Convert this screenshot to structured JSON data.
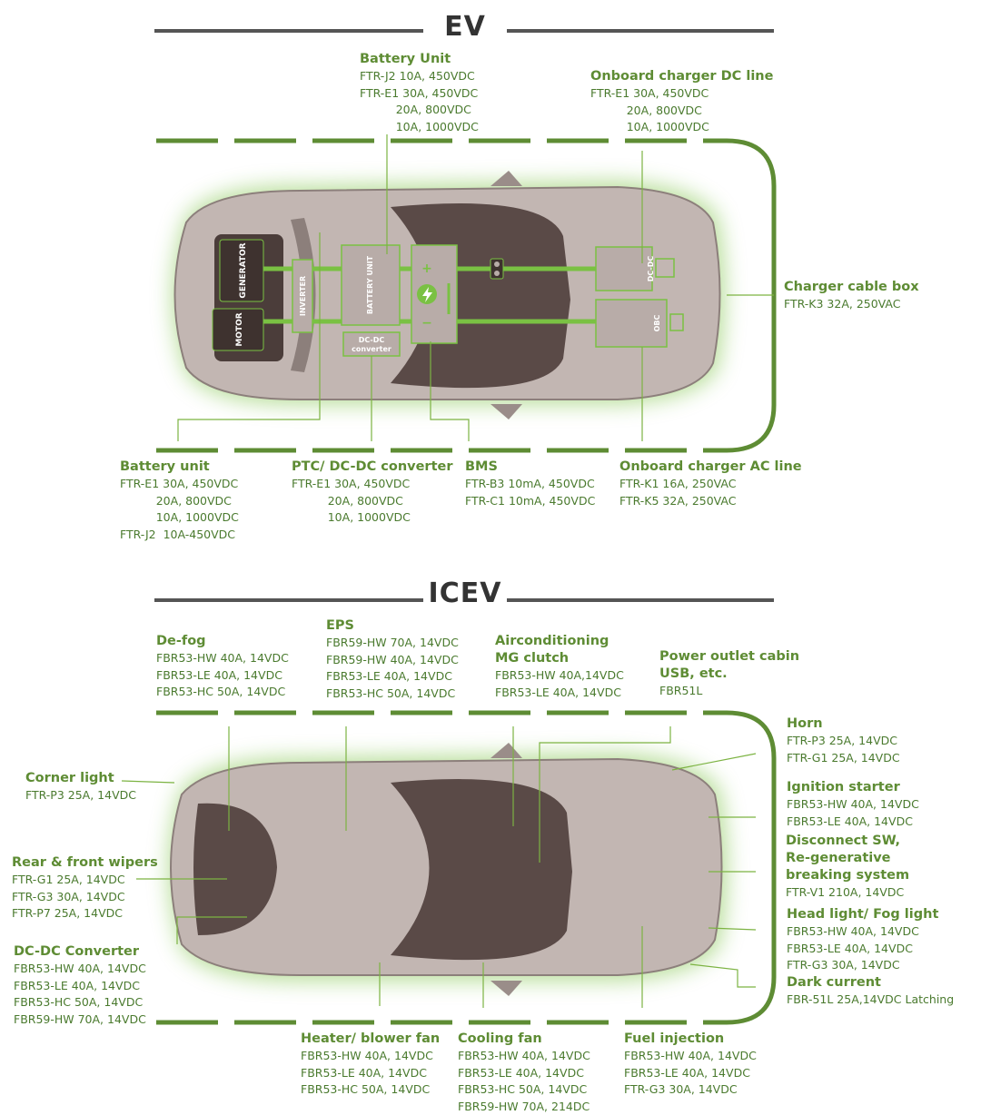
{
  "colors": {
    "accent": "#5e8c34",
    "body_gray": "#c2b6b2",
    "dark": "#5a4a47",
    "glow": "#7ac143",
    "line": "#7cb342"
  },
  "ev": {
    "title": "EV",
    "components": {
      "generator": "GENERATOR",
      "motor": "MOTOR",
      "inverter": "INVERTER",
      "battery_unit": "BATTERY UNIT",
      "dcdc_box": "DC-DC\nconverter",
      "dcdc": "DC-DC",
      "obc": "OBC",
      "plus": "+",
      "minus": "−"
    },
    "callouts": {
      "battery_top": {
        "title": [
          "Battery Unit"
        ],
        "lines": [
          "FTR-J2 10A, 450VDC",
          "FTR-E1 30A, 450VDC",
          "          20A, 800VDC",
          "          10A, 1000VDC"
        ]
      },
      "onboard_dc": {
        "title": [
          "Onboard charger DC line"
        ],
        "lines": [
          "FTR-E1 30A, 450VDC",
          "          20A, 800VDC",
          "          10A, 1000VDC"
        ]
      },
      "charger_box": {
        "title": [
          "Charger cable box"
        ],
        "lines": [
          "FTR-K3 32A, 250VAC"
        ]
      },
      "battery_bottom": {
        "title": [
          "Battery unit"
        ],
        "lines": [
          "FTR-E1 30A, 450VDC",
          "          20A, 800VDC",
          "          10A, 1000VDC",
          "FTR-J2  10A-450VDC"
        ]
      },
      "ptc": {
        "title": [
          "PTC/ DC-DC converter"
        ],
        "lines": [
          "FTR-E1 30A, 450VDC",
          "          20A, 800VDC",
          "          10A, 1000VDC"
        ]
      },
      "bms": {
        "title": [
          "BMS"
        ],
        "lines": [
          "FTR-B3 10mA, 450VDC",
          "FTR-C1 10mA, 450VDC"
        ]
      },
      "onboard_ac": {
        "title": [
          "Onboard charger AC line"
        ],
        "lines": [
          "FTR-K1 16A, 250VAC",
          "FTR-K5 32A, 250VAC"
        ]
      }
    }
  },
  "icev": {
    "title": "ICEV",
    "callouts": {
      "defog": {
        "title": [
          "De-fog"
        ],
        "lines": [
          "FBR53-HW 40A, 14VDC",
          "FBR53-LE 40A, 14VDC",
          "FBR53-HC 50A, 14VDC"
        ]
      },
      "eps": {
        "title": [
          "EPS"
        ],
        "lines": [
          "FBR59-HW 70A, 14VDC",
          "FBR59-HW 40A, 14VDC",
          "FBR53-LE 40A, 14VDC",
          "FBR53-HC 50A, 14VDC"
        ]
      },
      "aircon": {
        "title": [
          "Airconditioning",
          "MG clutch"
        ],
        "lines": [
          "FBR53-HW 40A,14VDC",
          "FBR53-LE 40A, 14VDC"
        ]
      },
      "power_outlet": {
        "title": [
          "Power outlet cabin",
          "USB, etc."
        ],
        "lines": [
          "FBR51L"
        ]
      },
      "horn": {
        "title": [
          "Horn"
        ],
        "lines": [
          "FTR-P3 25A, 14VDC",
          "FTR-G1 25A, 14VDC"
        ]
      },
      "ignition": {
        "title": [
          "Ignition starter"
        ],
        "lines": [
          "FBR53-HW 40A, 14VDC",
          "FBR53-LE 40A, 14VDC"
        ]
      },
      "disconnect": {
        "title": [
          "Disconnect SW,",
          "Re-generative",
          "breaking system"
        ],
        "lines": [
          "FTR-V1 210A, 14VDC"
        ]
      },
      "headlight": {
        "title": [
          "Head light/ Fog light"
        ],
        "lines": [
          "FBR53-HW 40A, 14VDC",
          "FBR53-LE 40A, 14VDC",
          "FTR-G3 30A, 14VDC"
        ]
      },
      "dark_current": {
        "title": [
          "Dark current"
        ],
        "lines": [
          "FBR-51L 25A,14VDC Latching"
        ]
      },
      "corner_light": {
        "title": [
          "Corner light"
        ],
        "lines": [
          "FTR-P3 25A, 14VDC"
        ]
      },
      "wipers": {
        "title": [
          "Rear & front wipers"
        ],
        "lines": [
          "FTR-G1 25A, 14VDC",
          "FTR-G3 30A, 14VDC",
          "FTR-P7 25A, 14VDC"
        ]
      },
      "dcdc_conv": {
        "title": [
          "DC-DC Converter"
        ],
        "lines": [
          "FBR53-HW 40A, 14VDC",
          "FBR53-LE 40A, 14VDC",
          "FBR53-HC 50A, 14VDC",
          "FBR59-HW 70A, 14VDC"
        ]
      },
      "heater": {
        "title": [
          "Heater/ blower fan"
        ],
        "lines": [
          "FBR53-HW 40A, 14VDC",
          "FBR53-LE 40A, 14VDC",
          "FBR53-HC 50A, 14VDC"
        ]
      },
      "cooling": {
        "title": [
          "Cooling fan"
        ],
        "lines": [
          "FBR53-HW 40A, 14VDC",
          "FBR53-LE 40A, 14VDC",
          "FBR53-HC 50A, 14VDC",
          "FBR59-HW 70A, 214DC"
        ]
      },
      "fuel": {
        "title": [
          "Fuel injection"
        ],
        "lines": [
          "FBR53-HW 40A, 14VDC",
          "FBR53-LE 40A, 14VDC",
          "FTR-G3 30A, 14VDC"
        ]
      }
    }
  }
}
